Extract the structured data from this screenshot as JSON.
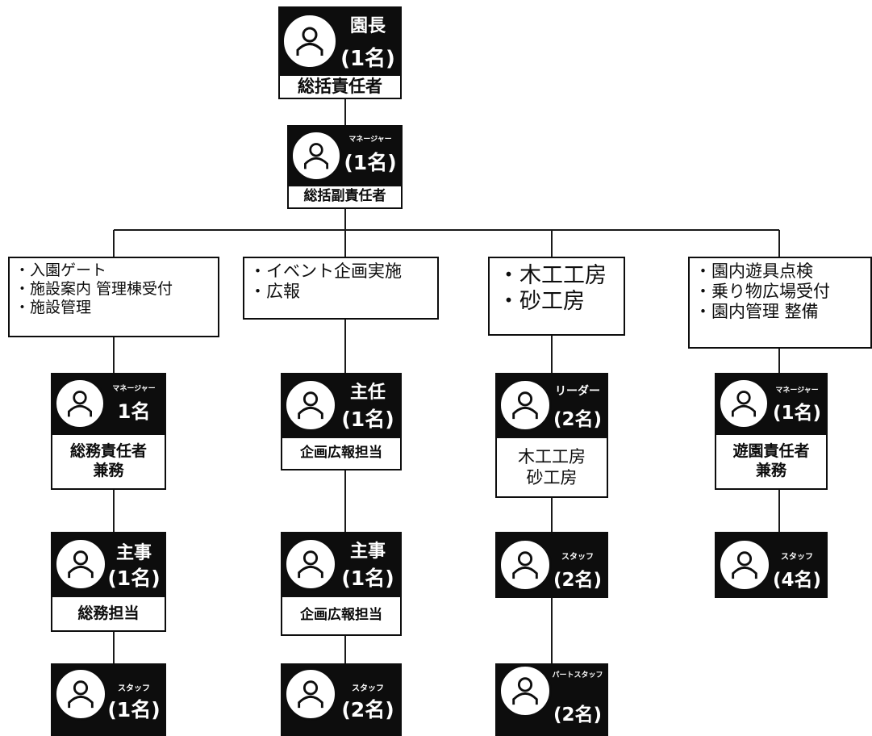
{
  "top": {
    "director": {
      "role": "園長",
      "count": "(1名)",
      "title": "総括責任者"
    },
    "manager": {
      "role": "マネージャー",
      "count": "(1名)",
      "title": "総括副責任者"
    }
  },
  "columns": [
    {
      "duties": [
        "・入園ゲート",
        "・施設案内 管理棟受付",
        "・施設管理"
      ],
      "nodes": [
        {
          "role": "マネージャー",
          "count": "1名",
          "title_lines": [
            "総務責任者",
            "兼務"
          ]
        },
        {
          "role": "主事",
          "count": "(1名)",
          "title_lines": [
            "総務担当"
          ]
        },
        {
          "role": "スタッフ",
          "count": "(1名)",
          "title_lines": []
        }
      ]
    },
    {
      "duties": [
        "・イベント企画実施",
        "・広報"
      ],
      "nodes": [
        {
          "role": "主任",
          "count": "(1名)",
          "title_lines": [
            "企画広報担当"
          ]
        },
        {
          "role": "主事",
          "count": "(1名)",
          "title_lines": [
            "企画広報担当"
          ]
        },
        {
          "role": "スタッフ",
          "count": "(2名)",
          "title_lines": []
        }
      ]
    },
    {
      "duties": [
        "・木工工房",
        "・砂工房"
      ],
      "nodes": [
        {
          "role": "リーダー",
          "count": "(2名)",
          "title_lines": [
            "木工工房",
            "砂工房"
          ]
        },
        {
          "role": "スタッフ",
          "count": "(2名)",
          "title_lines": []
        },
        {
          "role": "パートスタッフ",
          "count": "(2名)",
          "title_lines": []
        }
      ]
    },
    {
      "duties": [
        "・園内遊具点検",
        "・乗り物広場受付",
        "・園内管理 整備"
      ],
      "nodes": [
        {
          "role": "マネージャー",
          "count": "(1名)",
          "title_lines": [
            "遊園責任者",
            "兼務"
          ]
        },
        {
          "role": "スタッフ",
          "count": "(4名)",
          "title_lines": []
        }
      ]
    }
  ],
  "icons": {
    "person": "person-icon"
  },
  "colors": {
    "node_fill": "#0d0d0d",
    "line": "#1a1a1a"
  }
}
